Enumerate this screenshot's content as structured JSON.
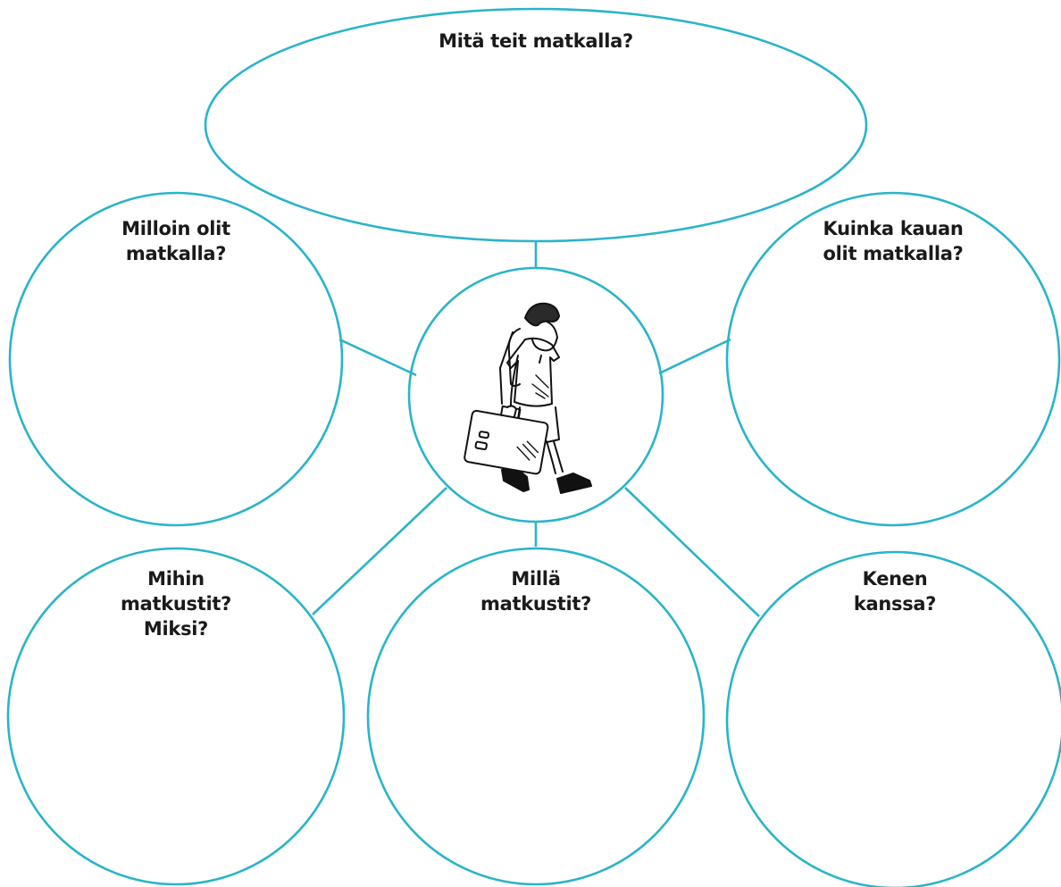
{
  "colors": {
    "bubble_stroke": "#29b4c9",
    "text": "#1a1a1a",
    "figure": "#111111"
  },
  "center_figure_icon": "traveler-with-suitcase-icon",
  "bubbles": {
    "top": "Mitä teit matkalla?",
    "left": "Milloin olit\nmatkalla?",
    "right": "Kuinka kauan\nolit matkalla?",
    "bottom_left": "Mihin\nmatkustit?\nMiksi?",
    "bottom_center": "Millä\nmatkustit?",
    "bottom_right": "Kenen\nkanssa?"
  }
}
